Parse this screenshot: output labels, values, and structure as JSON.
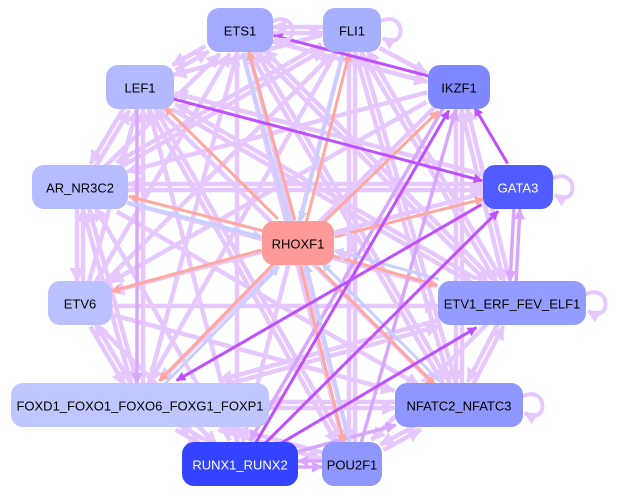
{
  "diagram": {
    "type": "gene-regulatory-network",
    "edge_colors": {
      "light": "#e6c8ff",
      "medium": "#d8a6ff",
      "strong": "#c050ff",
      "salmon": "#ffa8a0",
      "blue": "#c8d0ff"
    },
    "nodes": [
      {
        "id": "ETS1",
        "label": "ETS1",
        "fill": "#a3aaff",
        "text": "#000000"
      },
      {
        "id": "FLI1",
        "label": "FLI1",
        "fill": "#a7afff",
        "text": "#000000"
      },
      {
        "id": "LEF1",
        "label": "LEF1",
        "fill": "#b3b9ff",
        "text": "#000000"
      },
      {
        "id": "IKZF1",
        "label": "IKZF1",
        "fill": "#7f88ff",
        "text": "#000000"
      },
      {
        "id": "AR_NR3C2",
        "label": "AR_NR3C2",
        "fill": "#b6bcff",
        "text": "#000000"
      },
      {
        "id": "GATA3",
        "label": "GATA3",
        "fill": "#4f5cff",
        "text": "#ffffff"
      },
      {
        "id": "RHOXF1",
        "label": "RHOXF1",
        "fill": "#ff9a9a",
        "text": "#000000"
      },
      {
        "id": "ETV6",
        "label": "ETV6",
        "fill": "#bbc1ff",
        "text": "#000000"
      },
      {
        "id": "ETV1_ERF_FEV_ELF1",
        "label": "ETV1_ERF_FEV_ELF1",
        "fill": "#949cff",
        "text": "#000000"
      },
      {
        "id": "FOXD1",
        "label": "FOXD1_FOXO1_FOXO6_FOXG1_FOXP1",
        "fill": "#c0c6ff",
        "text": "#000000"
      },
      {
        "id": "NFATC2_NFATC3",
        "label": "NFATC2_NFATC3",
        "fill": "#8f97ff",
        "text": "#000000"
      },
      {
        "id": "RUNX1_RUNX2",
        "label": "RUNX1_RUNX2",
        "fill": "#3343ff",
        "text": "#ffffff"
      },
      {
        "id": "POU2F1",
        "label": "POU2F1",
        "fill": "#8f97ff",
        "text": "#000000"
      }
    ],
    "edges": [
      {
        "from": "ETS1",
        "to": "FLI1",
        "color": "light"
      },
      {
        "from": "FLI1",
        "to": "ETS1",
        "color": "light"
      },
      {
        "from": "ETS1",
        "to": "LEF1",
        "color": "light"
      },
      {
        "from": "LEF1",
        "to": "ETS1",
        "color": "light"
      },
      {
        "from": "FLI1",
        "to": "IKZF1",
        "color": "light"
      },
      {
        "from": "IKZF1",
        "to": "ETS1",
        "color": "strong"
      },
      {
        "from": "LEF1",
        "to": "GATA3",
        "color": "strong"
      },
      {
        "from": "GATA3",
        "to": "IKZF1",
        "color": "strong"
      },
      {
        "from": "GATA3",
        "to": "ETV1_ERF_FEV_ELF1",
        "color": "medium"
      },
      {
        "from": "ETV1_ERF_FEV_ELF1",
        "to": "GATA3",
        "color": "medium"
      },
      {
        "from": "RHOXF1",
        "to": "ETS1",
        "color": "salmon"
      },
      {
        "from": "RHOXF1",
        "to": "FLI1",
        "color": "salmon"
      },
      {
        "from": "RHOXF1",
        "to": "IKZF1",
        "color": "salmon"
      },
      {
        "from": "RHOXF1",
        "to": "LEF1",
        "color": "salmon"
      },
      {
        "from": "RHOXF1",
        "to": "GATA3",
        "color": "salmon"
      },
      {
        "from": "RHOXF1",
        "to": "ETV1_ERF_FEV_ELF1",
        "color": "salmon"
      },
      {
        "from": "RHOXF1",
        "to": "NFATC2_NFATC3",
        "color": "salmon"
      },
      {
        "from": "RHOXF1",
        "to": "FOXD1",
        "color": "salmon"
      },
      {
        "from": "RHOXF1",
        "to": "ETV6",
        "color": "salmon"
      },
      {
        "from": "RHOXF1",
        "to": "POU2F1",
        "color": "salmon"
      },
      {
        "from": "RHOXF1",
        "to": "AR_NR3C2",
        "color": "salmon"
      },
      {
        "from": "ETS1",
        "to": "RHOXF1",
        "color": "blue"
      },
      {
        "from": "FLI1",
        "to": "RHOXF1",
        "color": "blue"
      },
      {
        "from": "FOXD1",
        "to": "RHOXF1",
        "color": "blue"
      },
      {
        "from": "POU2F1",
        "to": "RHOXF1",
        "color": "blue"
      },
      {
        "from": "NFATC2_NFATC3",
        "to": "RHOXF1",
        "color": "blue"
      },
      {
        "from": "AR_NR3C2",
        "to": "RHOXF1",
        "color": "blue"
      },
      {
        "from": "ETV1_ERF_FEV_ELF1",
        "to": "RHOXF1",
        "color": "blue"
      },
      {
        "from": "RUNX1_RUNX2",
        "to": "IKZF1",
        "color": "strong"
      },
      {
        "from": "RUNX1_RUNX2",
        "to": "GATA3",
        "color": "strong"
      },
      {
        "from": "RUNX1_RUNX2",
        "to": "ETV1_ERF_FEV_ELF1",
        "color": "strong"
      },
      {
        "from": "GATA3",
        "to": "FOXD1",
        "color": "strong"
      },
      {
        "from": "RUNX1_RUNX2",
        "to": "POU2F1",
        "color": "medium"
      },
      {
        "from": "POU2F1",
        "to": "RUNX1_RUNX2",
        "color": "medium"
      },
      {
        "from": "FOXD1",
        "to": "NFATC2_NFATC3",
        "color": "light"
      },
      {
        "from": "NFATC2_NFATC3",
        "to": "FOXD1",
        "color": "light"
      },
      {
        "from": "ETV6",
        "to": "ETV1_ERF_FEV_ELF1",
        "color": "light"
      },
      {
        "from": "AR_NR3C2",
        "to": "GATA3",
        "color": "light"
      },
      {
        "from": "AR_NR3C2",
        "to": "ETV6",
        "color": "light"
      },
      {
        "from": "ETV6",
        "to": "AR_NR3C2",
        "color": "light"
      },
      {
        "from": "ETV6",
        "to": "FOXD1",
        "color": "light"
      },
      {
        "from": "FOXD1",
        "to": "ETV6",
        "color": "light"
      },
      {
        "from": "AR_NR3C2",
        "to": "FOXD1",
        "color": "light"
      },
      {
        "from": "LEF1",
        "to": "AR_NR3C2",
        "color": "light"
      },
      {
        "from": "AR_NR3C2",
        "to": "LEF1",
        "color": "light"
      },
      {
        "from": "ETS1",
        "to": "NFATC2_NFATC3",
        "color": "light"
      },
      {
        "from": "FLI1",
        "to": "FOXD1",
        "color": "light"
      },
      {
        "from": "ETS1",
        "to": "POU2F1",
        "color": "light"
      },
      {
        "from": "FLI1",
        "to": "RUNX1_RUNX2",
        "color": "light"
      },
      {
        "from": "ETS1",
        "to": "RUNX1_RUNX2",
        "color": "light"
      },
      {
        "from": "FLI1",
        "to": "POU2F1",
        "color": "light"
      },
      {
        "from": "LEF1",
        "to": "NFATC2_NFATC3",
        "color": "light"
      },
      {
        "from": "LEF1",
        "to": "ETV1_ERF_FEV_ELF1",
        "color": "light"
      },
      {
        "from": "LEF1",
        "to": "POU2F1",
        "color": "light"
      },
      {
        "from": "IKZF1",
        "to": "FOXD1",
        "color": "light"
      },
      {
        "from": "IKZF1",
        "to": "AR_NR3C2",
        "color": "light"
      },
      {
        "from": "IKZF1",
        "to": "ETV6",
        "color": "light"
      },
      {
        "from": "IKZF1",
        "to": "RUNX1_RUNX2",
        "color": "medium"
      },
      {
        "from": "IKZF1",
        "to": "NFATC2_NFATC3",
        "color": "light"
      },
      {
        "from": "IKZF1",
        "to": "ETV1_ERF_FEV_ELF1",
        "color": "light"
      },
      {
        "from": "GATA3",
        "to": "AR_NR3C2",
        "color": "light"
      },
      {
        "from": "GATA3",
        "to": "ETV6",
        "color": "light"
      },
      {
        "from": "GATA3",
        "to": "LEF1",
        "color": "light"
      },
      {
        "from": "AR_NR3C2",
        "to": "ETV1_ERF_FEV_ELF1",
        "color": "light"
      },
      {
        "from": "AR_NR3C2",
        "to": "NFATC2_NFATC3",
        "color": "light"
      },
      {
        "from": "AR_NR3C2",
        "to": "FLI1",
        "color": "light"
      },
      {
        "from": "AR_NR3C2",
        "to": "ETS1",
        "color": "light"
      },
      {
        "from": "ETV6",
        "to": "NFATC2_NFATC3",
        "color": "light"
      },
      {
        "from": "ETV6",
        "to": "FLI1",
        "color": "light"
      },
      {
        "from": "ETV6",
        "to": "ETS1",
        "color": "light"
      },
      {
        "from": "ETV6",
        "to": "LEF1",
        "color": "light"
      },
      {
        "from": "ETV6",
        "to": "RUNX1_RUNX2",
        "color": "light"
      },
      {
        "from": "ETV1_ERF_FEV_ELF1",
        "to": "NFATC2_NFATC3",
        "color": "light"
      },
      {
        "from": "ETV1_ERF_FEV_ELF1",
        "to": "FOXD1",
        "color": "light"
      },
      {
        "from": "ETV1_ERF_FEV_ELF1",
        "to": "ETS1",
        "color": "light"
      },
      {
        "from": "ETV1_ERF_FEV_ELF1",
        "to": "FLI1",
        "color": "light"
      },
      {
        "from": "ETV1_ERF_FEV_ELF1",
        "to": "IKZF1",
        "color": "light"
      },
      {
        "from": "ETV1_ERF_FEV_ELF1",
        "to": "LEF1",
        "color": "light"
      },
      {
        "from": "ETV1_ERF_FEV_ELF1",
        "to": "POU2F1",
        "color": "light"
      },
      {
        "from": "NFATC2_NFATC3",
        "to": "ETS1",
        "color": "light"
      },
      {
        "from": "NFATC2_NFATC3",
        "to": "FLI1",
        "color": "light"
      },
      {
        "from": "NFATC2_NFATC3",
        "to": "IKZF1",
        "color": "light"
      },
      {
        "from": "NFATC2_NFATC3",
        "to": "ETV1_ERF_FEV_ELF1",
        "color": "light"
      },
      {
        "from": "NFATC2_NFATC3",
        "to": "POU2F1",
        "color": "light"
      },
      {
        "from": "FOXD1",
        "to": "ETS1",
        "color": "light"
      },
      {
        "from": "FOXD1",
        "to": "LEF1",
        "color": "light"
      },
      {
        "from": "FOXD1",
        "to": "AR_NR3C2",
        "color": "light"
      },
      {
        "from": "FOXD1",
        "to": "POU2F1",
        "color": "light"
      },
      {
        "from": "FOXD1",
        "to": "RUNX1_RUNX2",
        "color": "light"
      },
      {
        "from": "FOXD1",
        "to": "ETV1_ERF_FEV_ELF1",
        "color": "light"
      },
      {
        "from": "POU2F1",
        "to": "ETS1",
        "color": "light"
      },
      {
        "from": "POU2F1",
        "to": "FLI1",
        "color": "light"
      },
      {
        "from": "POU2F1",
        "to": "IKZF1",
        "color": "medium"
      },
      {
        "from": "POU2F1",
        "to": "FOXD1",
        "color": "light"
      },
      {
        "from": "POU2F1",
        "to": "NFATC2_NFATC3",
        "color": "light"
      },
      {
        "from": "POU2F1",
        "to": "LEF1",
        "color": "light"
      },
      {
        "from": "RUNX1_RUNX2",
        "to": "FOXD1",
        "color": "light"
      },
      {
        "from": "RUNX1_RUNX2",
        "to": "LEF1",
        "color": "light"
      },
      {
        "from": "RUNX1_RUNX2",
        "to": "AR_NR3C2",
        "color": "light"
      },
      {
        "from": "RUNX1_RUNX2",
        "to": "NFATC2_NFATC3",
        "color": "medium"
      },
      {
        "from": "LEF1",
        "to": "FOXD1",
        "color": "medium"
      },
      {
        "from": "FLI1",
        "to": "AR_NR3C2",
        "color": "light"
      },
      {
        "from": "FLI1",
        "to": "NFATC2_NFATC3",
        "color": "light"
      },
      {
        "from": "ETS1",
        "to": "IKZF1",
        "color": "light"
      },
      {
        "from": "ETS1",
        "to": "ETV1_ERF_FEV_ELF1",
        "color": "light"
      },
      {
        "from": "FLI1",
        "to": "ETV1_ERF_FEV_ELF1",
        "color": "light"
      },
      {
        "from": "FLI1",
        "to": "LEF1",
        "color": "light"
      }
    ],
    "self_loops": [
      "ETS1",
      "FLI1",
      "GATA3",
      "ETV1_ERF_FEV_ELF1",
      "NFATC2_NFATC3",
      "RHOXF1"
    ]
  }
}
